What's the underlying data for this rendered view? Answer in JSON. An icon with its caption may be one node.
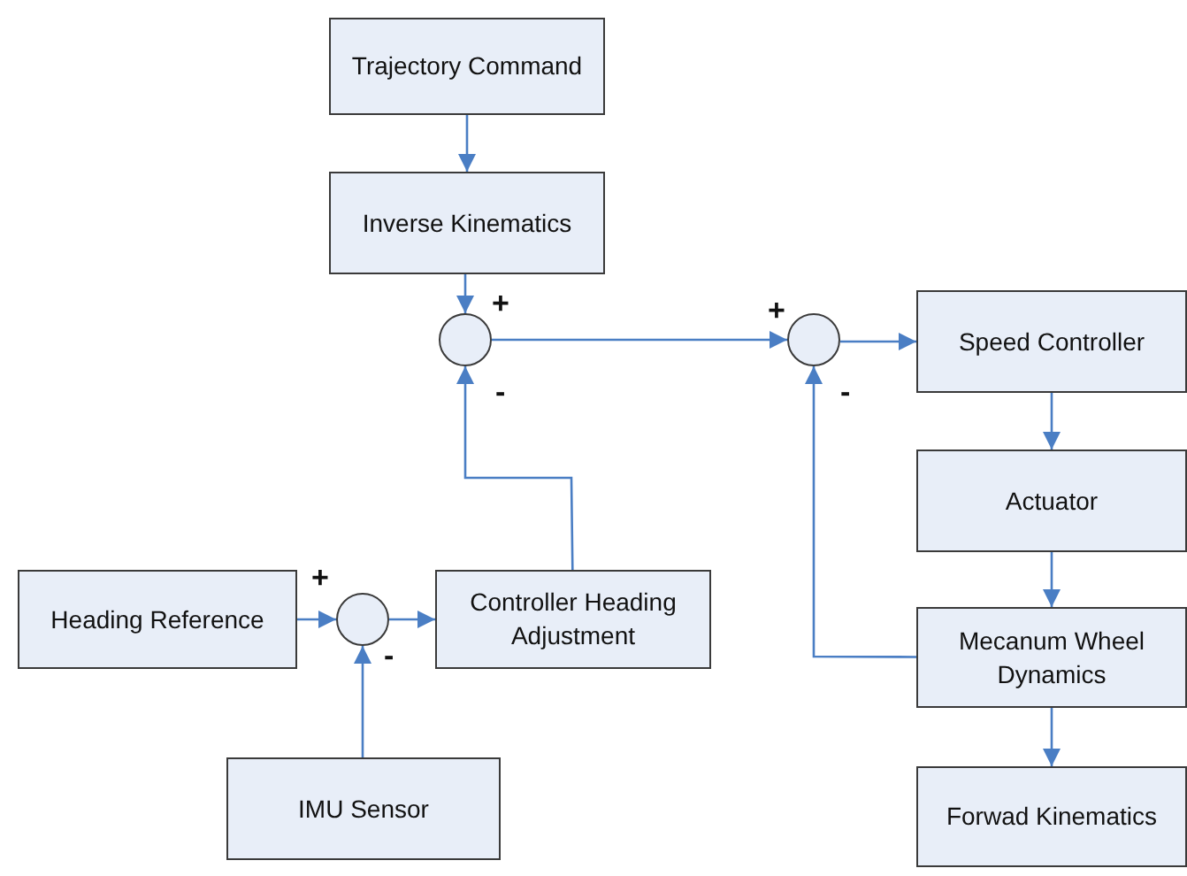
{
  "diagram": {
    "nodes": [
      {
        "text": [
          "Trajectory Command"
        ]
      },
      {
        "text": [
          "Inverse Kinematics"
        ]
      },
      {
        "text": [],
        "shape": "circle"
      },
      {
        "text": [],
        "shape": "circle"
      },
      {
        "text": [
          "Speed Controller"
        ]
      },
      {
        "text": [
          "Actuator"
        ]
      },
      {
        "text": [
          "Mecanum Wheel Dynamics"
        ]
      },
      {
        "text": [
          "Forwad Kinematics"
        ]
      },
      {
        "text": [
          "Heading Reference"
        ]
      },
      {
        "text": [],
        "shape": "circle"
      },
      {
        "text": [
          "Controller Heading Adjustment"
        ]
      },
      {
        "text": [
          "IMU Sensor"
        ]
      }
    ],
    "edges": [
      {
        "from": 0,
        "to": 1,
        "arrow": "to"
      },
      {
        "from": 1,
        "to": 2,
        "arrow": "to"
      },
      {
        "from": 2,
        "to": 3,
        "arrow": "to"
      },
      {
        "from": 3,
        "to": 4,
        "arrow": "to"
      },
      {
        "from": 4,
        "to": 5,
        "arrow": "to"
      },
      {
        "from": 5,
        "to": 6,
        "arrow": "to"
      },
      {
        "from": 6,
        "to": 7,
        "arrow": "to"
      },
      {
        "from": 6,
        "to": 3,
        "arrow": "to"
      },
      {
        "from": 8,
        "to": 9,
        "arrow": "to"
      },
      {
        "from": 11,
        "to": 9,
        "arrow": "to"
      },
      {
        "from": 9,
        "to": 10,
        "arrow": "to"
      },
      {
        "from": 10,
        "to": 2,
        "arrow": "to"
      }
    ],
    "labels": [
      "+",
      "+",
      "-",
      "-",
      "+",
      "-"
    ]
  }
}
